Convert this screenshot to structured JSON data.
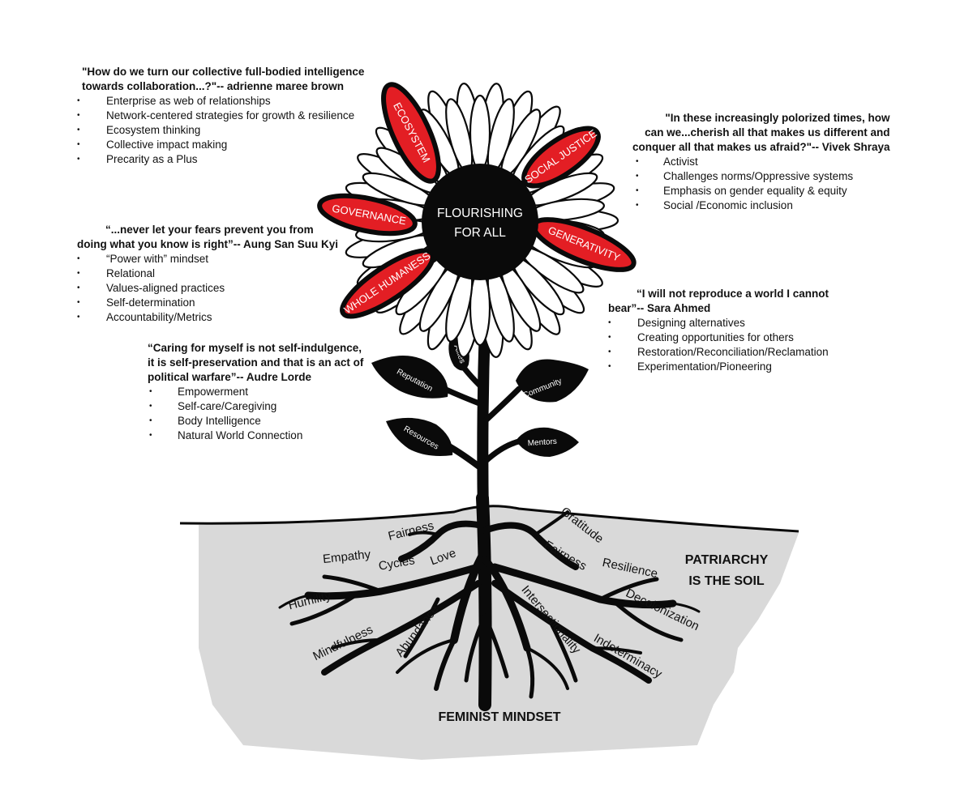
{
  "quotes": [
    {
      "lines": [
        "\"How do we turn our collective full-bodied intelligence",
        "towards collaboration...?\"-- adrienne maree brown"
      ],
      "items": [
        "Enterprise as web of relationships",
        "Network-centered strategies for growth & resilience",
        "Ecosystem thinking",
        "Collective impact making",
        "Precarity as a Plus"
      ]
    },
    {
      "lines": [
        "\"In these increasingly polorized times, how",
        "can we...cherish all that makes us different and",
        "conquer all that makes us afraid?\"-- Vivek Shraya"
      ],
      "items": [
        "Activist",
        "Challenges norms/Oppressive systems",
        "Emphasis on gender equality & equity",
        "Social /Economic inclusion"
      ]
    },
    {
      "lines": [
        "“...never let your fears prevent you from",
        "doing what you know is right”-- Aung San Suu Kyi"
      ],
      "items": [
        "“Power with” mindset",
        "Relational",
        "Values-aligned practices",
        "Self-determination",
        "Accountability/Metrics"
      ]
    },
    {
      "lines": [
        "“Caring for myself is not self-indulgence,",
        "it is self-preservation and that is an act of",
        "political warfare”-- Audre Lorde"
      ],
      "items": [
        "Empowerment",
        "Self-care/Caregiving",
        "Body Intelligence",
        "Natural World Connection"
      ]
    },
    {
      "lines": [
        "“I will not reproduce a world I cannot",
        "bear”-- Sara Ahmed"
      ],
      "items": [
        "Designing alternatives",
        "Creating opportunities for others",
        "Restoration/Reconciliation/Reclamation",
        "Experimentation/Pioneering"
      ]
    }
  ],
  "flower": {
    "center": [
      "FLOURISHING",
      "FOR ALL"
    ],
    "petals": [
      "ECOSYSTEM",
      "SOCIAL JUSTICE",
      "GOVERNANCE",
      "GENERATIVITY",
      "WHOLE HUMANESS"
    ],
    "accent_color": "#e31e24"
  },
  "leaves": [
    "Allies",
    "Reputation",
    "Community",
    "Resources",
    "Mentors"
  ],
  "roots": [
    "Fairness",
    "Gratitude",
    "Empathy",
    "Cycles",
    "Love",
    "Fairness",
    "Resilience",
    "Humility",
    "Decolonization",
    "Mindfulness",
    "Abundance",
    "Intersectionality",
    "Indeterminacy"
  ],
  "soil": {
    "label": [
      "PATRIARCHY",
      "IS THE SOIL"
    ],
    "caption": "FEMINIST MINDSET",
    "color": "#d9d9d9"
  }
}
